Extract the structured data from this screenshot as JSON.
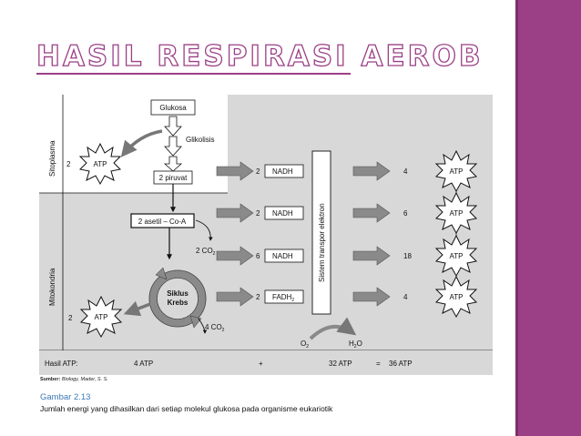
{
  "slide": {
    "title": "HASIL RESPIRASI AEROB",
    "accent_color": "#9b3f86"
  },
  "figure": {
    "regions": {
      "sitoplasma": "Sitoplasma",
      "mitokondria": "Mitokondria"
    },
    "nodes": {
      "glukosa": "Glukosa",
      "glikolisis": "Glikolisis",
      "piruvat": "2 piruvat",
      "asetil": "2 asetil – Co-A",
      "co2_2": "2 CO",
      "co2_2_sub": "2",
      "siklus_line1": "Siklus",
      "siklus_line2": "Krebs",
      "co2_4": "4 CO",
      "co2_4_sub": "2",
      "etc": "Sistem transpor elektron",
      "o2": "O",
      "o2_sub": "2",
      "h2o_h": "H",
      "h2o_sub": "2",
      "h2o_o": "O"
    },
    "atp_glycolysis": {
      "count": "2",
      "label": "ATP"
    },
    "atp_krebs": {
      "count": "2",
      "label": "ATP"
    },
    "carriers": [
      {
        "in_count": "2",
        "name": "NADH",
        "sub": "",
        "atp_count": "4",
        "atp_label": "ATP"
      },
      {
        "in_count": "2",
        "name": "NADH",
        "sub": "",
        "atp_count": "6",
        "atp_label": "ATP"
      },
      {
        "in_count": "6",
        "name": "NADH",
        "sub": "",
        "atp_count": "18",
        "atp_label": "ATP"
      },
      {
        "in_count": "2",
        "name": "FADH",
        "sub": "2",
        "atp_count": "4",
        "atp_label": "ATP"
      }
    ],
    "result": {
      "label": "Hasil ATP:",
      "part1": "4  ATP",
      "plus": "+",
      "part2": "32  ATP",
      "equals": "=",
      "total": "36  ATP"
    }
  },
  "captions": {
    "source_prefix": "Sumber:",
    "source_ref": "Biology, Mader, S. S.",
    "figure_number": "Gambar 2.13",
    "description": "Jumlah energi yang dihasilkan dari setiap molekul glukosa pada organisme eukariotik"
  }
}
